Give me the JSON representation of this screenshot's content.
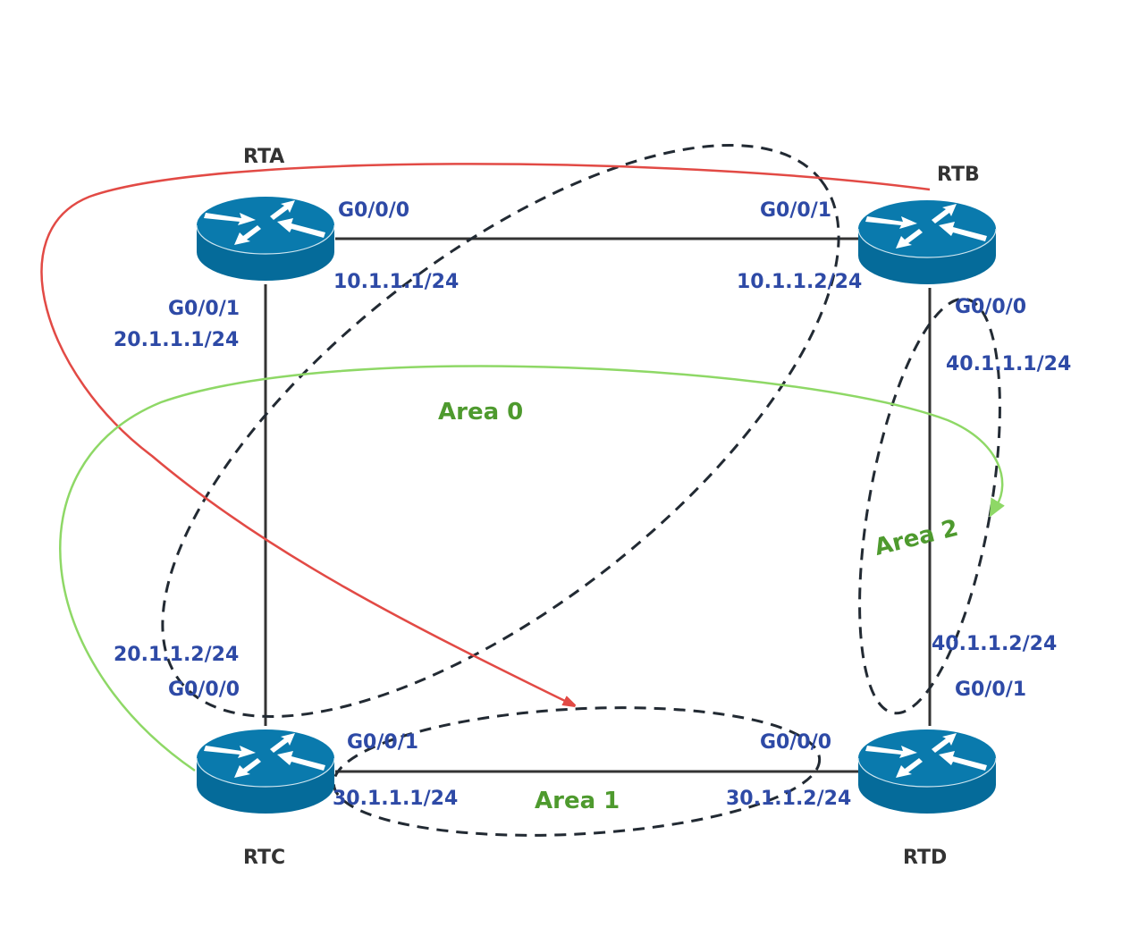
{
  "colors": {
    "router_body": "#056b9a",
    "router_top": "#0a7aad",
    "link": "#333333",
    "area_boundary": "#222a33",
    "red_arrow": "#e24a45",
    "green_arrow": "#8ed866",
    "iface_text": "#2e4aa6",
    "area_text": "#4e9a2e",
    "router_text": "#333333"
  },
  "routers": [
    {
      "id": "RTA",
      "name": "RTA",
      "icon": "router-icon"
    },
    {
      "id": "RTB",
      "name": "RTB",
      "icon": "router-icon"
    },
    {
      "id": "RTC",
      "name": "RTC",
      "icon": "router-icon"
    },
    {
      "id": "RTD",
      "name": "RTD",
      "icon": "router-icon"
    }
  ],
  "links": [
    {
      "from": "RTA",
      "to": "RTB",
      "from_if": "G0/0/0",
      "from_ip": "10.1.1.1/24",
      "to_if": "G0/0/1",
      "to_ip": "10.1.1.2/24"
    },
    {
      "from": "RTA",
      "to": "RTC",
      "from_if": "G0/0/1",
      "from_ip": "20.1.1.1/24",
      "to_if": "G0/0/0",
      "to_ip": "20.1.1.2/24"
    },
    {
      "from": "RTC",
      "to": "RTD",
      "from_if": "G0/0/1",
      "from_ip": "30.1.1.1/24",
      "to_if": "G0/0/0",
      "to_ip": "30.1.1.2/24"
    },
    {
      "from": "RTB",
      "to": "RTD",
      "from_if": "G0/0/0",
      "from_ip": "40.1.1.1/24",
      "to_if": "G0/0/1",
      "to_ip": "40.1.1.2/24"
    }
  ],
  "areas": [
    {
      "name": "Area 0"
    },
    {
      "name": "Area 1"
    },
    {
      "name": "Area 2"
    }
  ],
  "arrows": [
    {
      "name": "red-path",
      "from": "RTB",
      "to": "Area 1"
    },
    {
      "name": "green-path",
      "from": "RTC",
      "to": "Area 2"
    }
  ]
}
